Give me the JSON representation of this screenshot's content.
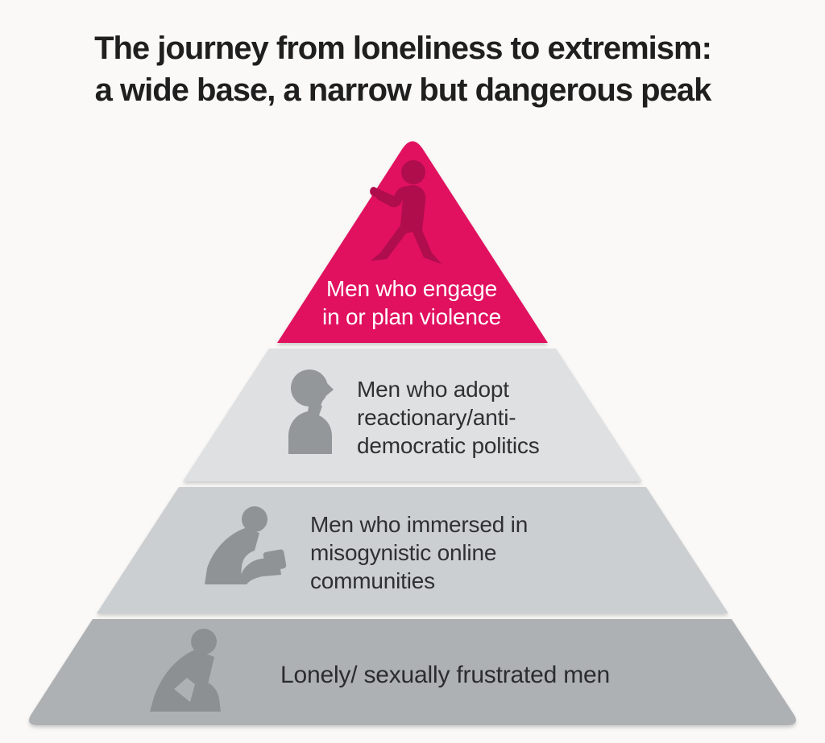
{
  "title": {
    "line1": "The journey from loneliness to extremism:",
    "line2": "a wide base, a narrow but dangerous peak"
  },
  "pyramid": {
    "description": "Four-tier pyramid, widest at bottom, dangerous narrow peak at top",
    "tiers": [
      {
        "name": "violence",
        "lines": [
          "Men who engage",
          "in or plan violence"
        ],
        "fill": "#E11160",
        "icon": "walking-man-with-knife-icon",
        "icon_color": "#B00D4D",
        "text_color": "#FFFFFF",
        "level": 1
      },
      {
        "name": "reactionary-politics",
        "lines": [
          "Men who adopt",
          "reactionary/anti-",
          "democratic politics"
        ],
        "fill": "#DEE0E2",
        "icon": "head-profile-icon",
        "icon_color": "#93979A",
        "text_color": "#2E3032",
        "level": 2
      },
      {
        "name": "misogynistic-communities",
        "lines": [
          "Men who immersed in",
          "misogynistic online",
          "communities"
        ],
        "fill": "#CCCFD1",
        "icon": "man-looking-at-phone-icon",
        "icon_color": "#8F9396",
        "text_color": "#2E3032",
        "level": 3
      },
      {
        "name": "lonely-men",
        "lines": [
          "Lonely/ sexually frustrated men"
        ],
        "fill": "#AEB1B4",
        "icon": "sitting-thinking-man-icon",
        "icon_color": "#8C9093",
        "text_color": "#2A2C2E",
        "level": 4
      }
    ]
  },
  "colors": {
    "background": "#FAF9F7",
    "title_text": "#1F1F1F",
    "accent_pink": "#E11160"
  }
}
